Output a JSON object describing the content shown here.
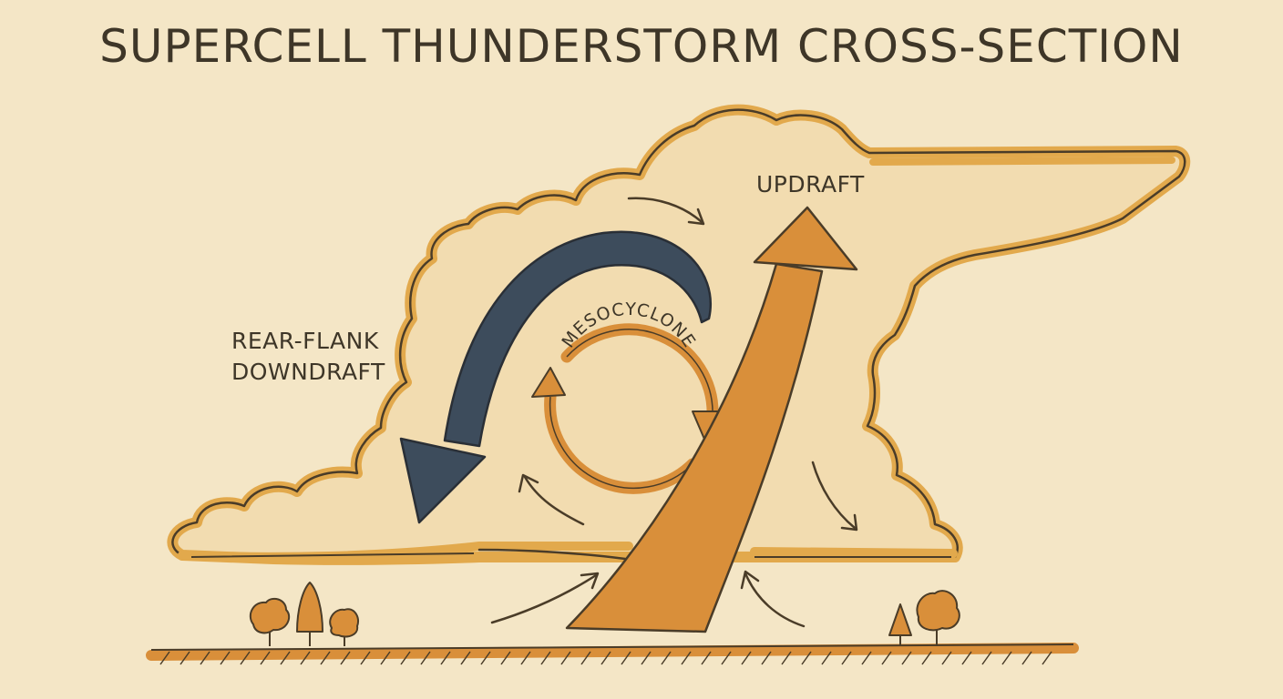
{
  "title": "SUPERCELL THUNDERSTORM CROSS-SECTION",
  "labels": {
    "updraft": "UPDRAFT",
    "rear_flank_line1": "REAR-FLANK",
    "rear_flank_line2": "DOWNDRAFT",
    "mesocyclone": "MESOCYCLONE"
  },
  "colors": {
    "background": "#f4e6c6",
    "cloud_outline": "#e2a94c",
    "cloud_ink": "#4a3c28",
    "updraft": "#d98f3a",
    "downdraft": "#3d4c5c",
    "mesocyclone": "#d98f3a",
    "ground": "#d98f3a",
    "tree": "#d98f3a",
    "ink": "#3e3628"
  }
}
